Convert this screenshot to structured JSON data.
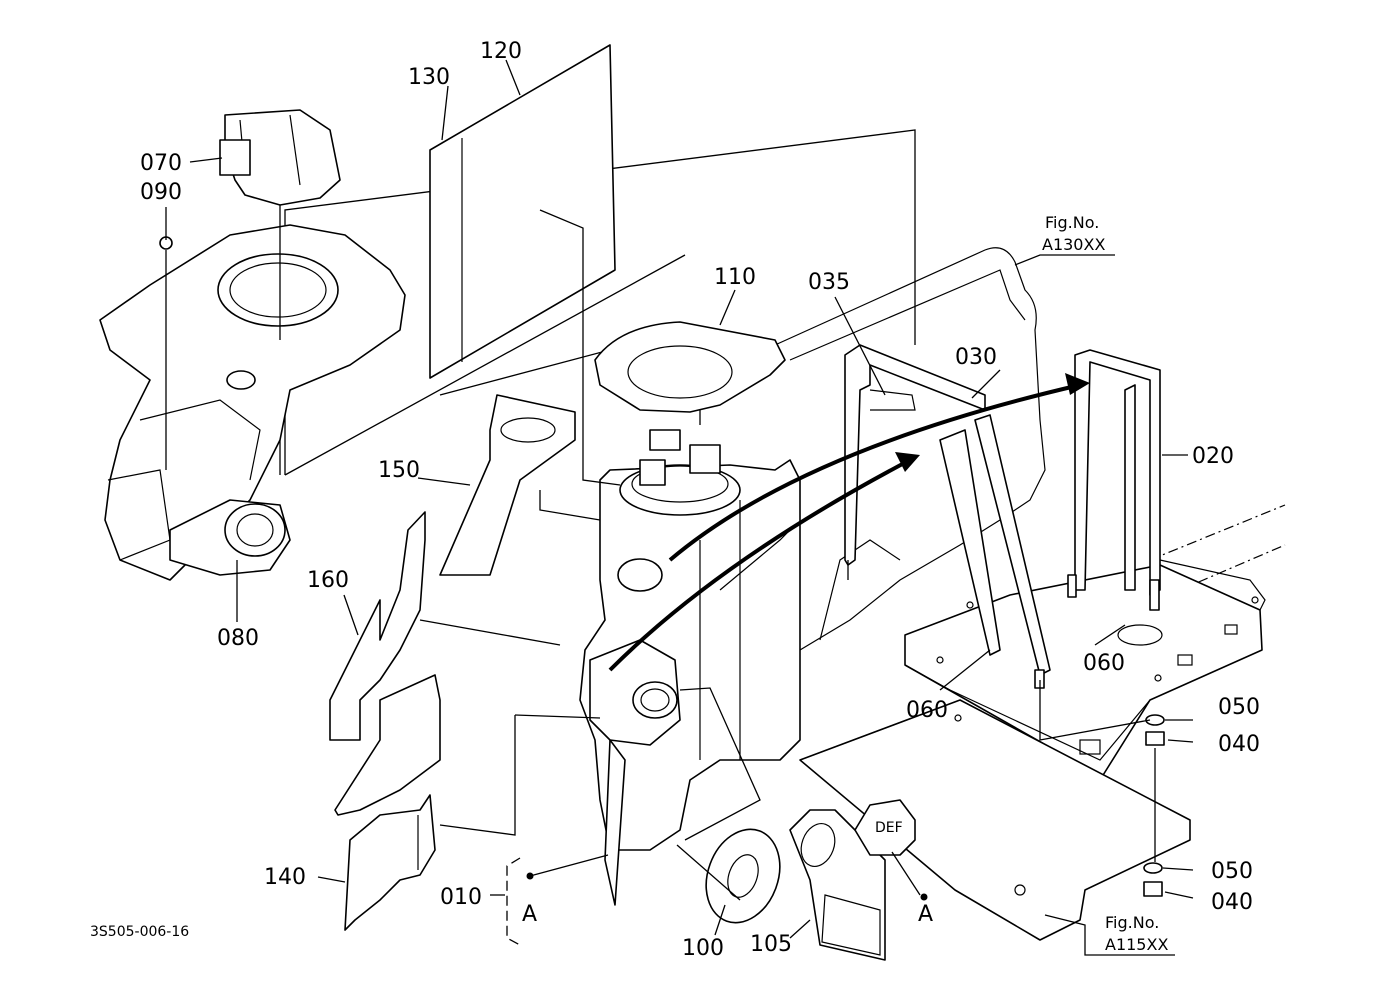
{
  "diagram": {
    "drawing_code": "3S505-006-16",
    "figure_refs": [
      {
        "id": "ref-a130",
        "line1": "Fig.No.",
        "line2": "A130XX"
      },
      {
        "id": "ref-a115",
        "line1": "Fig.No.",
        "line2": "A115XX"
      }
    ],
    "part_labels": {
      "p010": "010",
      "p020": "020",
      "p030": "030",
      "p035": "035",
      "p040a": "040",
      "p040b": "040",
      "p050a": "050",
      "p050b": "050",
      "p060a": "060",
      "p060b": "060",
      "p070": "070",
      "p080": "080",
      "p090": "090",
      "p100": "100",
      "p105": "105",
      "p110": "110",
      "p120": "120",
      "p130": "130",
      "p140": "140",
      "p150": "150",
      "p160": "160"
    },
    "view_markers": {
      "a1": "A",
      "a2": "A"
    },
    "cap_text": "DEF"
  }
}
